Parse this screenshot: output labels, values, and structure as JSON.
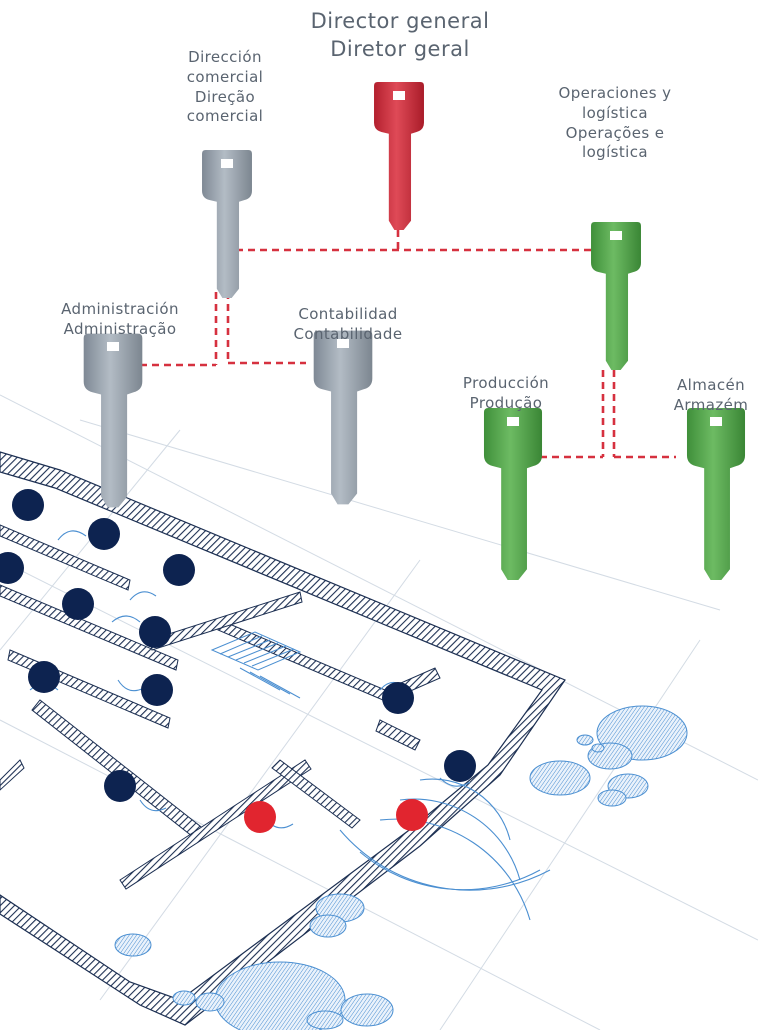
{
  "nodes": {
    "director": {
      "line1": "Director general",
      "line2": "Diretor geral",
      "color": "#d6313f"
    },
    "comercial": {
      "line1": "Dirección",
      "line2": "comercial",
      "line3": "Direção",
      "line4": "comercial",
      "color": "#9aa4ae"
    },
    "operaciones": {
      "line1": "Operaciones y",
      "line2": "logística",
      "line3": "Operações e",
      "line4": "logística",
      "color": "#57a84e"
    },
    "administracion": {
      "line1": "Administración",
      "line2": "Administração",
      "color": "#9aa4ae"
    },
    "contabilidad": {
      "line1": "Contabilidad",
      "line2": "Contabilidade",
      "color": "#9aa4ae"
    },
    "produccion": {
      "line1": "Producción",
      "line2": "Produção",
      "color": "#57a84e"
    },
    "almacen": {
      "line1": "Almacén",
      "line2": "Armazém",
      "color": "#57a84e"
    }
  },
  "colors": {
    "connector": "#d6313f",
    "door_blue": "#0d2350",
    "door_red": "#e1252f",
    "plan_line": "#4b8fd1",
    "wall": "#1c2f52",
    "label": "#5a6470"
  },
  "icons": {
    "key": "key-icon",
    "door": "door-dot-icon"
  }
}
